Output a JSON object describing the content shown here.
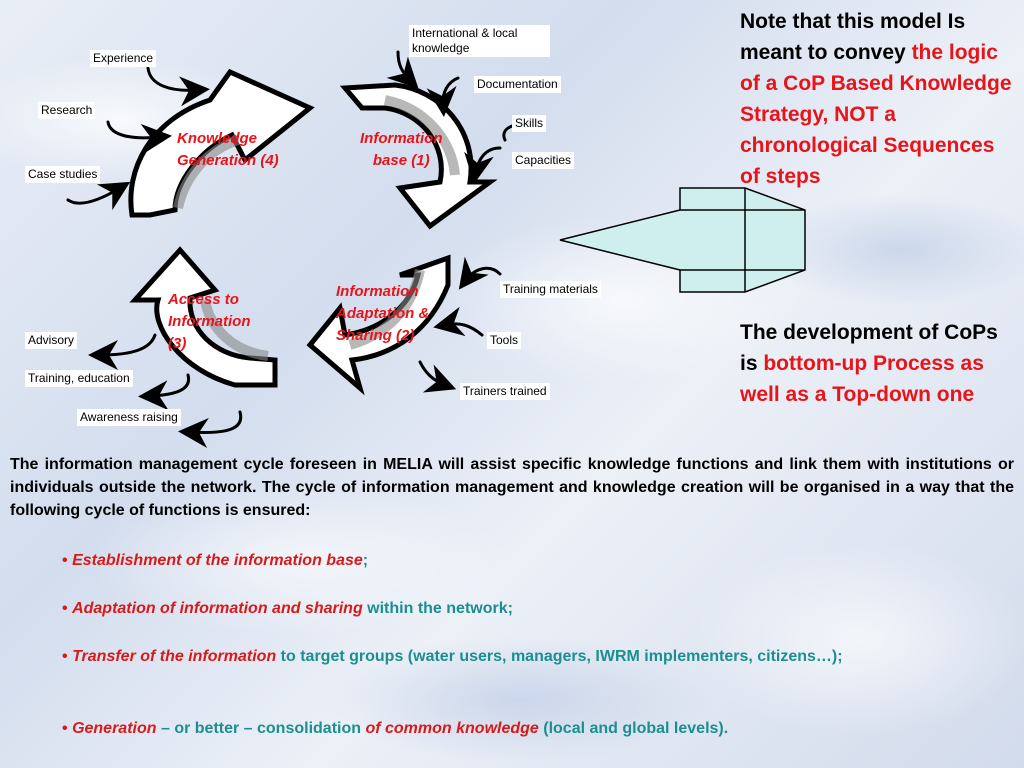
{
  "diagram": {
    "cycles": {
      "knowledge_generation": "Knowledge\nGeneration (4)",
      "information_base": "Information\nbase (1)",
      "access_to_information": "Access to\nInformation\n(3)",
      "information_adaptation": "Information\nAdaptation &\nSharing (2)"
    },
    "labels": {
      "experience": "Experience",
      "research": "Research",
      "case_studies": "Case studies",
      "international_local": "International & local\nknowledge",
      "documentation": "Documentation",
      "skills": "Skills",
      "capacities": "Capacities",
      "training_materials": "Training materials",
      "tools": "Tools",
      "trainers_trained": "Trainers trained",
      "advisory": "Advisory",
      "training_education": "Training, education",
      "awareness_raising": "Awareness raising"
    }
  },
  "note1": {
    "black": "Note that this model Is meant to convey",
    "red": "the logic of a CoP Based Knowledge Strategy, NOT a chronological Sequences of steps"
  },
  "note2": {
    "black": "The development of CoPs is",
    "red": "bottom-up Process as well as a Top-down one"
  },
  "paragraph": "The information management cycle foreseen in MELIA will assist specific knowledge functions and link them with institutions or individuals outside the network. The cycle of information management and knowledge creation will be organised in a way that the following cycle of functions is ensured:",
  "bullets": [
    {
      "bullet": "•",
      "em": "Establishment of the information base",
      "rest": ";"
    },
    {
      "bullet": "•",
      "em": "Adaptation of information and sharing",
      "rest": " within the network;"
    },
    {
      "bullet": "•",
      "em": "Transfer of the information",
      "rest": " to target groups (water users, managers, IWRM implementers, citizens…);"
    },
    {
      "bullet": "•",
      "em": "Generation",
      "rest": " – or better – consolidation ",
      "em2": "of common knowledge",
      "rest2": " (local and global levels)."
    }
  ],
  "colors": {
    "red": "#e8141a",
    "teal": "#1b8f8f",
    "double_arrow_fill": "#cfeeee"
  }
}
